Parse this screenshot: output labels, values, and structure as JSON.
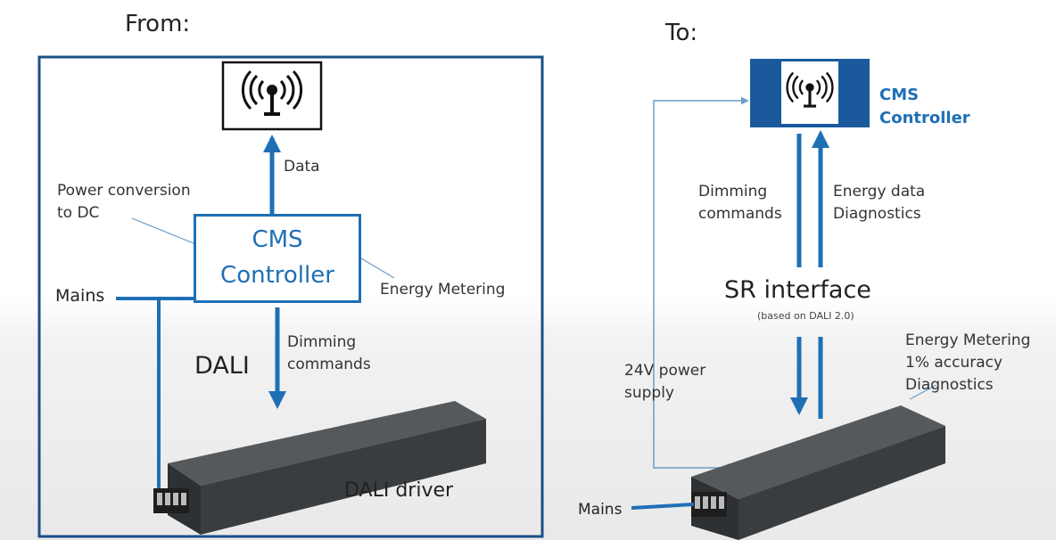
{
  "left": {
    "heading": "From:",
    "cms_line1": "CMS",
    "cms_line2": "Controller",
    "data_label": "Data",
    "power_label_line1": "Power conversion",
    "power_label_line2": "to DC",
    "energy_metering_label": "Energy Metering",
    "mains_label": "Mains",
    "dali_label": "DALI",
    "dimming_line1": "Dimming",
    "dimming_line2": "commands",
    "driver_label": "DALI driver"
  },
  "right": {
    "heading": "To:",
    "cms_line1": "CMS",
    "cms_line2": "Controller",
    "dimming_line1": "Dimming",
    "dimming_line2": "commands",
    "energy_line1": "Energy data",
    "energy_line2": "Diagnostics",
    "sr_interface": "SR interface",
    "sr_sub": "(based on DALI 2.0)",
    "power_line1": "24V power",
    "power_line2": "supply",
    "metering_line1": "Energy Metering",
    "metering_line2": "1% accuracy",
    "metering_line3": "Diagnostics",
    "mains_label": "Mains"
  },
  "colors": {
    "accent": "#1f6fb5",
    "dark_blue": "#1a5a9c",
    "driver": "#3a3d40"
  },
  "icons": [
    "antenna-icon"
  ]
}
